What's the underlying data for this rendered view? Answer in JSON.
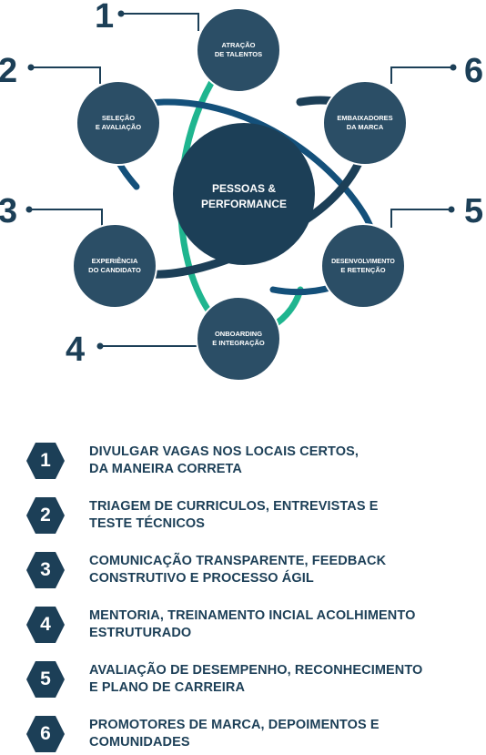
{
  "center": {
    "line1": "PESSOAS &",
    "line2": "PERFORMANCE"
  },
  "colors": {
    "navy": "#1c3f57",
    "node": "#2b4e66",
    "teal": "#1fb58f",
    "blue_arc": "#14507a"
  },
  "nodes": [
    {
      "number": "1",
      "line1": "ATRAÇÃO",
      "line2": "DE TALENTOS"
    },
    {
      "number": "2",
      "line1": "SELEÇÃO",
      "line2": "E AVALIAÇÃO"
    },
    {
      "number": "3",
      "line1": "EXPERIÊNCIA",
      "line2": "DO CANDIDATO"
    },
    {
      "number": "4",
      "line1": "ONBOARDING",
      "line2": "E INTEGRAÇÃO"
    },
    {
      "number": "5",
      "line1": "DESENVOLVIMENTO",
      "line2": "E RETENÇÃO"
    },
    {
      "number": "6",
      "line1": "EMBAIXADORES",
      "line2": "DA MARCA"
    }
  ],
  "list": [
    {
      "number": "1",
      "line1": "DIVULGAR VAGAS NOS LOCAIS CERTOS,",
      "line2": "DA MANEIRA CORRETA"
    },
    {
      "number": "2",
      "line1": "TRIAGEM DE CURRICULOS, ENTREVISTAS E",
      "line2": "TESTE TÉCNICOS"
    },
    {
      "number": "3",
      "line1": "COMUNICAÇÃO TRANSPARENTE, FEEDBACK",
      "line2": "CONSTRUTIVO E PROCESSO ÁGIL"
    },
    {
      "number": "4",
      "line1": "MENTORIA, TREINAMENTO INCIAL ACOLHIMENTO",
      "line2": "ESTRUTURADO"
    },
    {
      "number": "5",
      "line1": "AVALIAÇÃO DE DESEMPENHO, RECONHECIMENTO",
      "line2": "E PLANO DE CARREIRA"
    },
    {
      "number": "6",
      "line1": "PROMOTORES DE MARCA, DEPOIMENTOS E",
      "line2": "COMUNIDADES"
    }
  ]
}
